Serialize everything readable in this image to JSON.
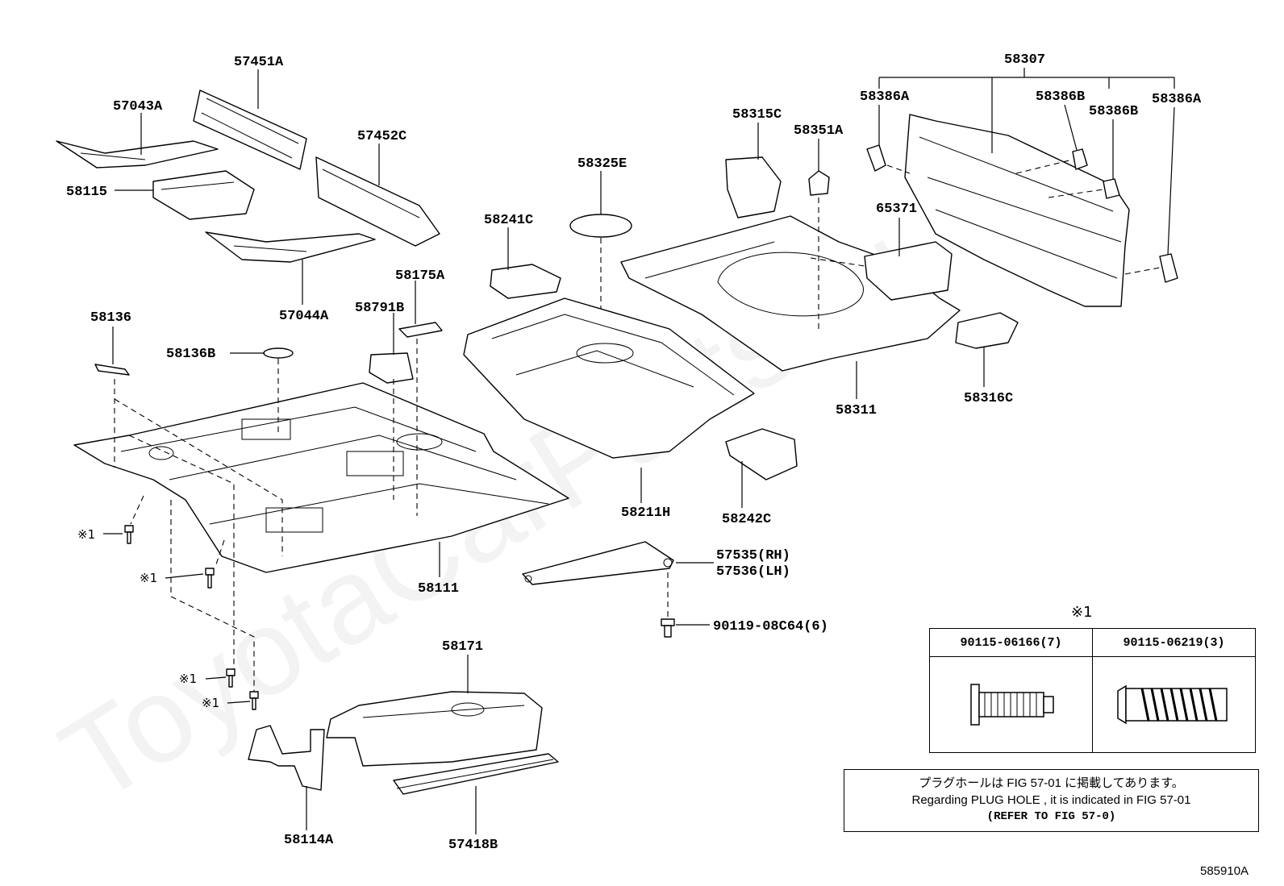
{
  "parts": {
    "p57451A": "57451A",
    "p57043A": "57043A",
    "p57452C": "57452C",
    "p58115": "58115",
    "p57044A": "57044A",
    "p58136": "58136",
    "p58136B": "58136B",
    "p58791B": "58791B",
    "p58175A": "58175A",
    "p58111": "58111",
    "p58241C": "58241C",
    "p58325E": "58325E",
    "p58211H": "58211H",
    "p58242C": "58242C",
    "p58315C": "58315C",
    "p58351A": "58351A",
    "p65371": "65371",
    "p58311": "58311",
    "p58316C": "58316C",
    "p58307": "58307",
    "p58386A_l": "58386A",
    "p58386B_a": "58386B",
    "p58386B_b": "58386B",
    "p58386A_r": "58386A",
    "p57535": "57535(RH)",
    "p57536": "57536(LH)",
    "p90119": "90119-08C64(6)",
    "p58171": "58171",
    "p58114A": "58114A",
    "p57418B": "57418B"
  },
  "bolt_mark": "※1",
  "legend": {
    "mark": "※1",
    "col1": "90115-06166(7)",
    "col2": "90115-06219(3)"
  },
  "note": {
    "line1": "プラグホールは FIG 57-01 に掲載してあります。",
    "line2": "Regarding PLUG HOLE , it is indicated in FIG 57-01",
    "line3": "(REFER TO FIG 57-0)"
  },
  "fig_code": "585910A",
  "watermark": "ToyotaCarParts.ru"
}
